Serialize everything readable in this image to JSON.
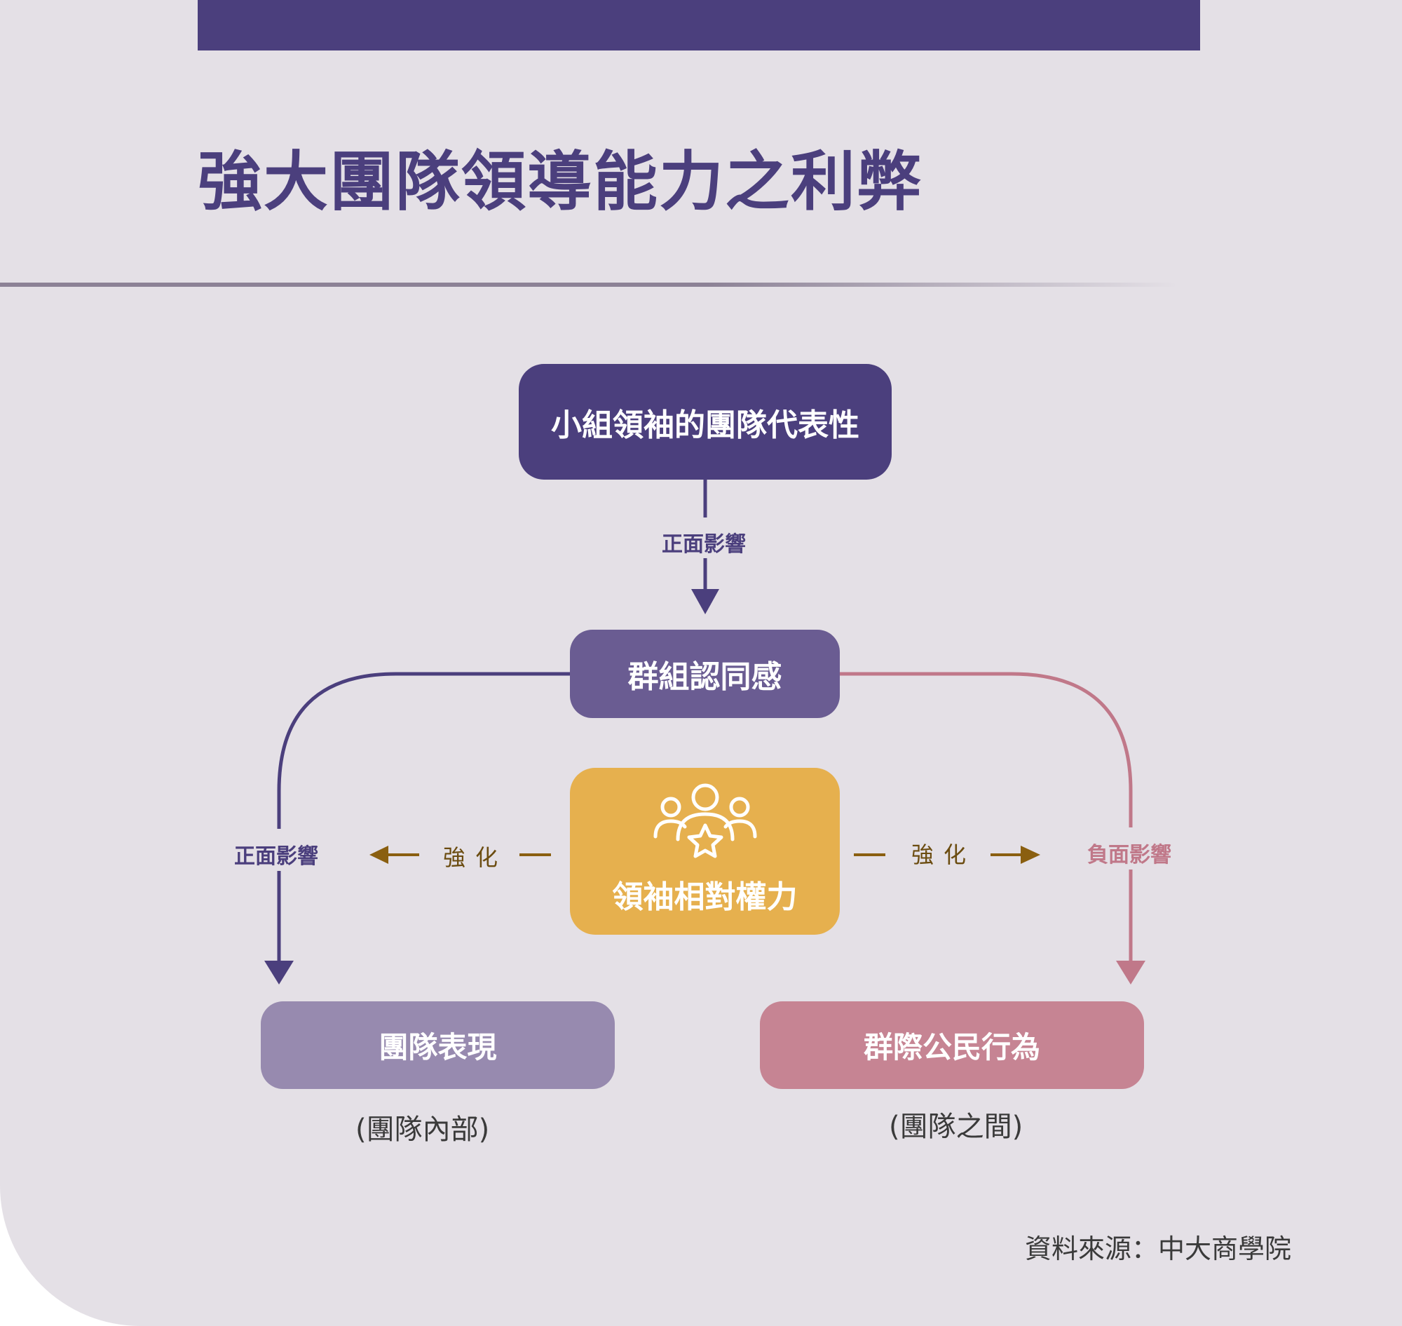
{
  "title": "強大團隊領導能力之利弊",
  "colors": {
    "background": "#e4e0e6",
    "primary": "#4b3f7d",
    "mid": "#6a5c92",
    "gold": "#e6b04e",
    "team": "#978aaf",
    "intergroup": "#c68493",
    "negative_line": "#c07889",
    "arrow_gold": "#8a5f10"
  },
  "nodes": {
    "representativeness": "小組領袖的團隊代表性",
    "group_identity": "群組認同感",
    "leader_power": "領袖相對權力",
    "leader_power_icon": "leader-group-star-icon",
    "team_performance": "團隊表現",
    "team_performance_note": "(團隊內部)",
    "intergroup_behavior": "群際公民行為",
    "intergroup_behavior_note": "(團隊之間)"
  },
  "edges": {
    "top_label": "正面影響",
    "left_label": "正面影響",
    "right_label": "負面影響",
    "strengthen_left": "強化",
    "strengthen_right": "強化"
  },
  "source": "資料來源：中大商學院"
}
